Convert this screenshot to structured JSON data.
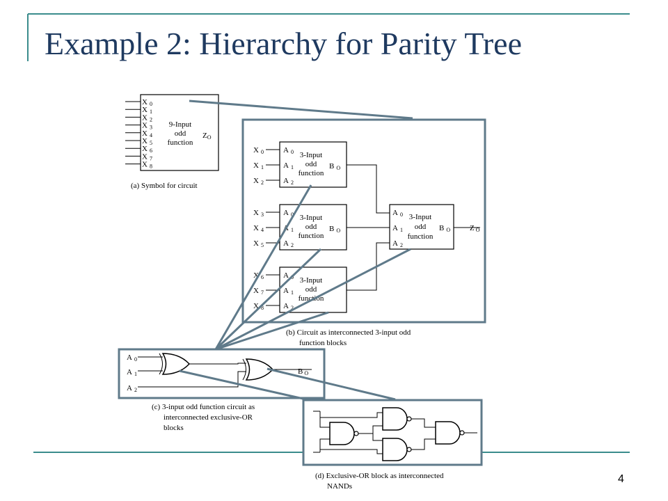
{
  "slide": {
    "title": "Example 2: Hierarchy for Parity Tree",
    "page_number": "4"
  },
  "colors": {
    "accent": "#5f7a8a",
    "teal": "#3a8c8c",
    "title": "#1f3a60"
  },
  "panel_a": {
    "inputs": [
      {
        "base": "X",
        "sub": "0"
      },
      {
        "base": "X",
        "sub": "1"
      },
      {
        "base": "X",
        "sub": "2"
      },
      {
        "base": "X",
        "sub": "3"
      },
      {
        "base": "X",
        "sub": "4"
      },
      {
        "base": "X",
        "sub": "5"
      },
      {
        "base": "X",
        "sub": "6"
      },
      {
        "base": "X",
        "sub": "7"
      },
      {
        "base": "X",
        "sub": "8"
      }
    ],
    "block_lines": [
      "9-Input",
      "odd",
      "function"
    ],
    "output": {
      "base": "Z",
      "sub": "O"
    },
    "caption": "(a) Symbol for circuit"
  },
  "panel_b": {
    "blocks": [
      {
        "inputs": [
          {
            "base": "X",
            "sub": "0"
          },
          {
            "base": "X",
            "sub": "1"
          },
          {
            "base": "X",
            "sub": "2"
          }
        ]
      },
      {
        "inputs": [
          {
            "base": "X",
            "sub": "3"
          },
          {
            "base": "X",
            "sub": "4"
          },
          {
            "base": "X",
            "sub": "5"
          }
        ]
      },
      {
        "inputs": [
          {
            "base": "X",
            "sub": "6"
          },
          {
            "base": "X",
            "sub": "7"
          },
          {
            "base": "X",
            "sub": "8"
          }
        ]
      }
    ],
    "block_ports": [
      {
        "base": "A",
        "sub": "0"
      },
      {
        "base": "A",
        "sub": "1"
      },
      {
        "base": "A",
        "sub": "2"
      }
    ],
    "block_lines": [
      "3-Input",
      "odd",
      "function"
    ],
    "block_output": {
      "base": "B",
      "sub": "O"
    },
    "final_output": {
      "base": "Z",
      "sub": "O"
    },
    "caption_lines": [
      "(b) Circuit as interconnected 3-input odd",
      "function blocks"
    ]
  },
  "panel_c": {
    "inputs": [
      {
        "base": "A",
        "sub": "0"
      },
      {
        "base": "A",
        "sub": "1"
      },
      {
        "base": "A",
        "sub": "2"
      }
    ],
    "output": {
      "base": "B",
      "sub": "O"
    },
    "caption_lines": [
      "(c) 3-input odd function circuit as",
      "interconnected exclusive-OR",
      "blocks"
    ]
  },
  "panel_d": {
    "caption_lines": [
      "(d) Exclusive-OR block as interconnected",
      "NANDs"
    ]
  }
}
